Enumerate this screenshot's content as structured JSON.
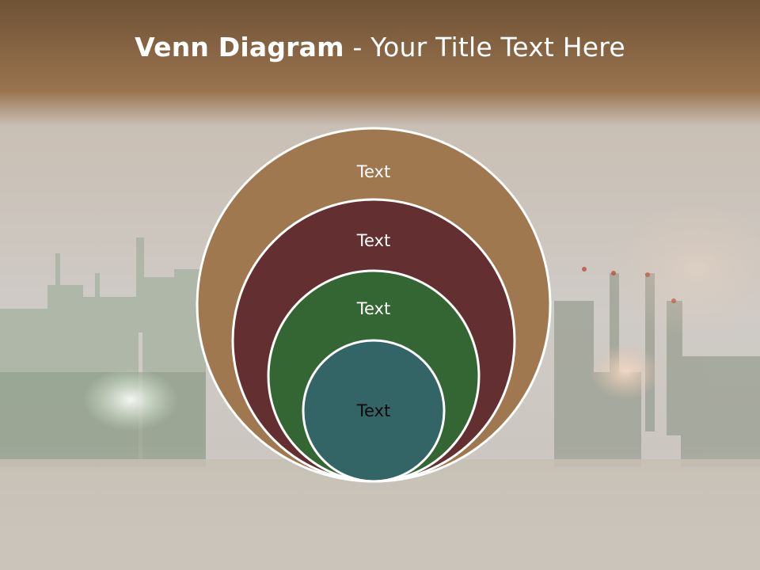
{
  "title": {
    "bold": "Venn Diagram",
    "rest": " - Your Title Text Here"
  },
  "colors": {
    "header_band": "#8a6a47",
    "circle_outer": "#a07850",
    "circle_second": "#632f30",
    "circle_third": "#336633",
    "circle_inner": "#336466",
    "circle_border": "#ffffff"
  },
  "diagram": {
    "circles": [
      {
        "label": "Text",
        "color_key": "circle_outer"
      },
      {
        "label": "Text",
        "color_key": "circle_second"
      },
      {
        "label": "Text",
        "color_key": "circle_third"
      },
      {
        "label": "Text",
        "color_key": "circle_inner"
      }
    ]
  }
}
